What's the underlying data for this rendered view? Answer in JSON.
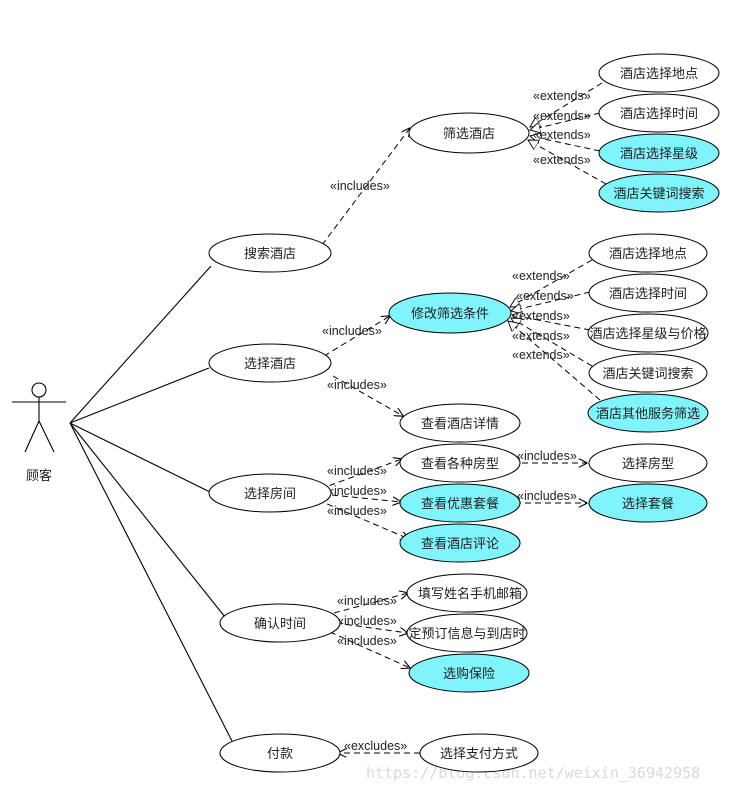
{
  "colors": {
    "highlight": "#7ff4fb",
    "plain": "#ffffff",
    "stroke": "#000000"
  },
  "actor": {
    "label": "顾客"
  },
  "use_cases": {
    "search_hotel": "搜索酒店",
    "filter_hotel": "筛选酒店",
    "loc1": "酒店选择地点",
    "time1": "酒店选择时间",
    "star1": "酒店选择星级",
    "kw1": "酒店关键词搜索",
    "select_hotel": "选择酒店",
    "modify_filter": "修改筛选条件",
    "loc2": "酒店选择地点",
    "time2": "酒店选择时间",
    "star_price": "酒店选择星级与价格",
    "kw2": "酒店关键词搜索",
    "other_filter": "酒店其他服务筛选",
    "hotel_detail": "查看酒店详情",
    "select_room": "选择房间",
    "room_types": "查看各种房型",
    "choose_room_type": "选择房型",
    "packages": "查看优惠套餐",
    "choose_package": "选择套餐",
    "reviews": "查看酒店评论",
    "confirm_time": "确认时间",
    "fill_info": "填写姓名手机邮箱",
    "confirm_booking": "确定预订信息与到店时间",
    "insurance": "选购保险",
    "pay": "付款",
    "pay_method": "选择支付方式"
  },
  "relations": {
    "includes": "«includes»",
    "extends": "«extends»",
    "excludes": "«excludes»"
  },
  "watermark": "https://blog.csdn.net/weixin_36942958"
}
